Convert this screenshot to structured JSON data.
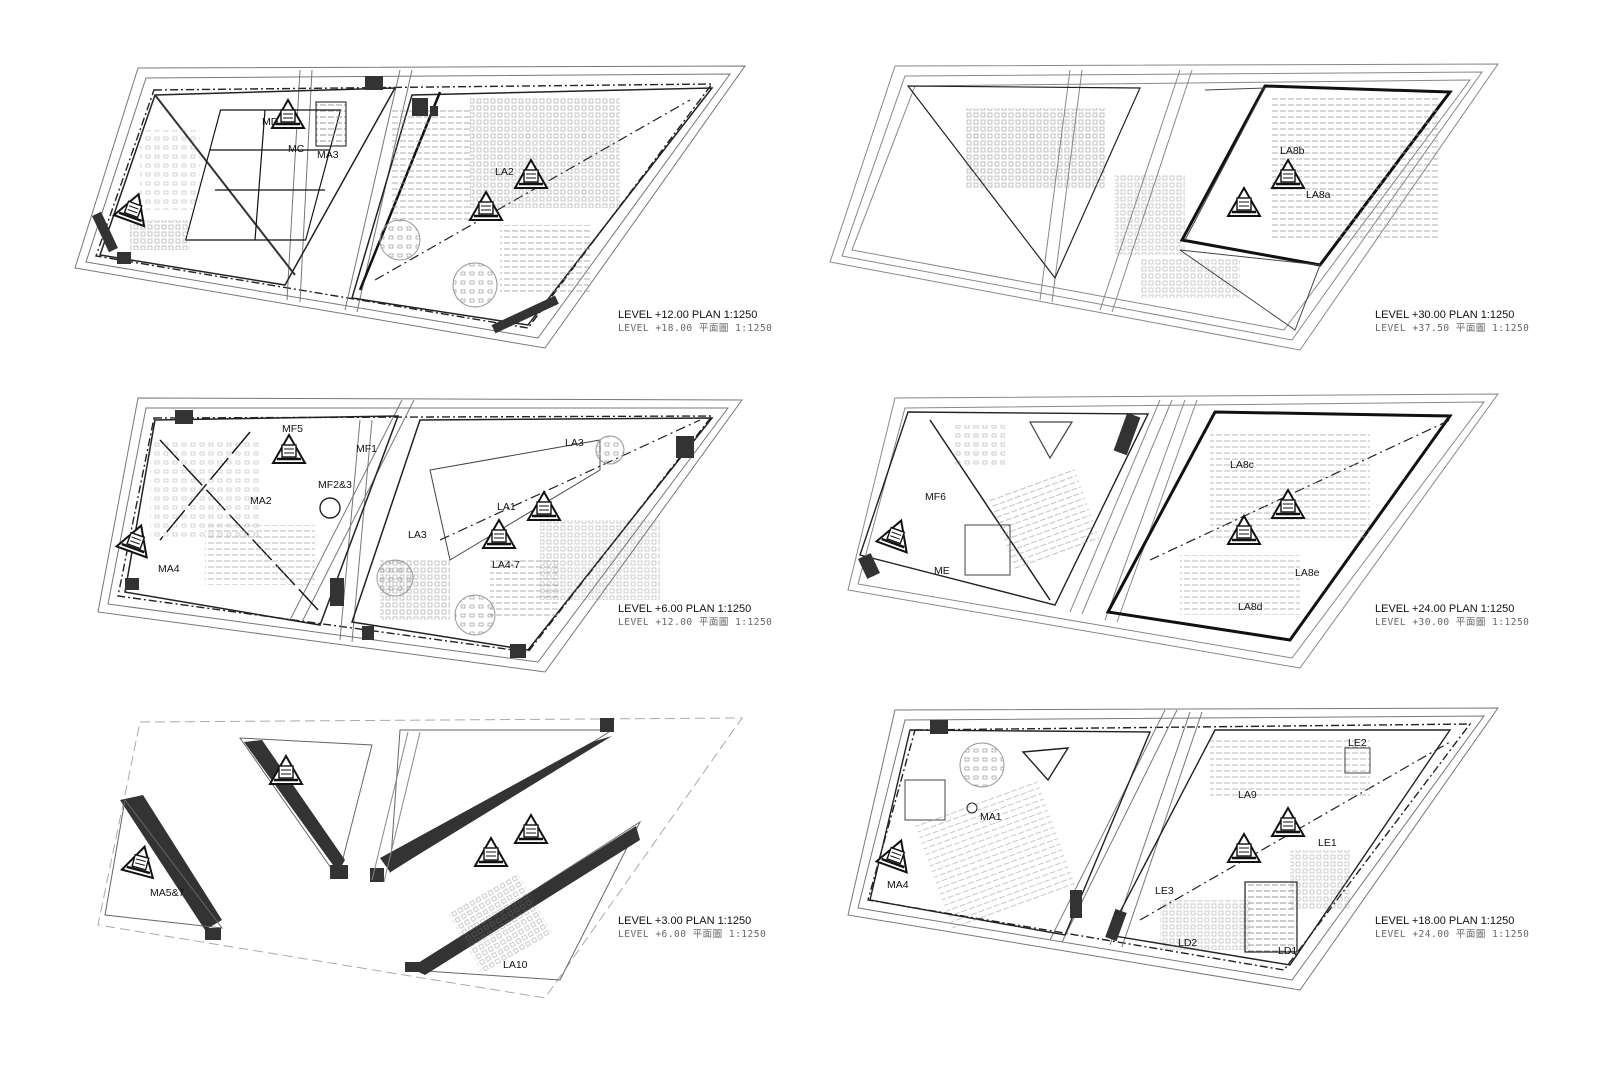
{
  "sheet": {
    "plans": [
      {
        "id": "plan-level-12",
        "caption_main": "LEVEL +12.00  PLAN 1:1250",
        "caption_sub": "LEVEL +18.00 平面圖 1:1250",
        "labels": [
          "MD",
          "MC",
          "MA3",
          "LA2"
        ]
      },
      {
        "id": "plan-level-6",
        "caption_main": "LEVEL +6.00  PLAN 1:1250",
        "caption_sub": "LEVEL +12.00 平面圖 1:1250",
        "labels": [
          "MF5",
          "MF1",
          "MF2&3",
          "MA2",
          "MA4",
          "LA3",
          "LA3",
          "LA1",
          "LA4-7"
        ]
      },
      {
        "id": "plan-level-3",
        "caption_main": "LEVEL +3.00  PLAN 1:1250",
        "caption_sub": "LEVEL +6.00 平面圖 1:1250",
        "labels": [
          "MA5&7",
          "LA10"
        ]
      },
      {
        "id": "plan-level-30",
        "caption_main": "LEVEL +30.00  PLAN 1:1250",
        "caption_sub": "LEVEL +37.50 平面圖 1:1250",
        "labels": [
          "LA8b",
          "LA8a"
        ]
      },
      {
        "id": "plan-level-24",
        "caption_main": "LEVEL +24.00  PLAN 1:1250",
        "caption_sub": "LEVEL +30.00 平面圖 1:1250",
        "labels": [
          "MF6",
          "ME",
          "LA8c",
          "LA8e",
          "LA8d"
        ]
      },
      {
        "id": "plan-level-18",
        "caption_main": "LEVEL +18.00  PLAN 1:1250",
        "caption_sub": "LEVEL +24.00 平面圖 1:1250",
        "labels": [
          "MA1",
          "MA4",
          "LE2",
          "LA9",
          "LE1",
          "LE3",
          "LD2",
          "LD1"
        ]
      }
    ]
  }
}
